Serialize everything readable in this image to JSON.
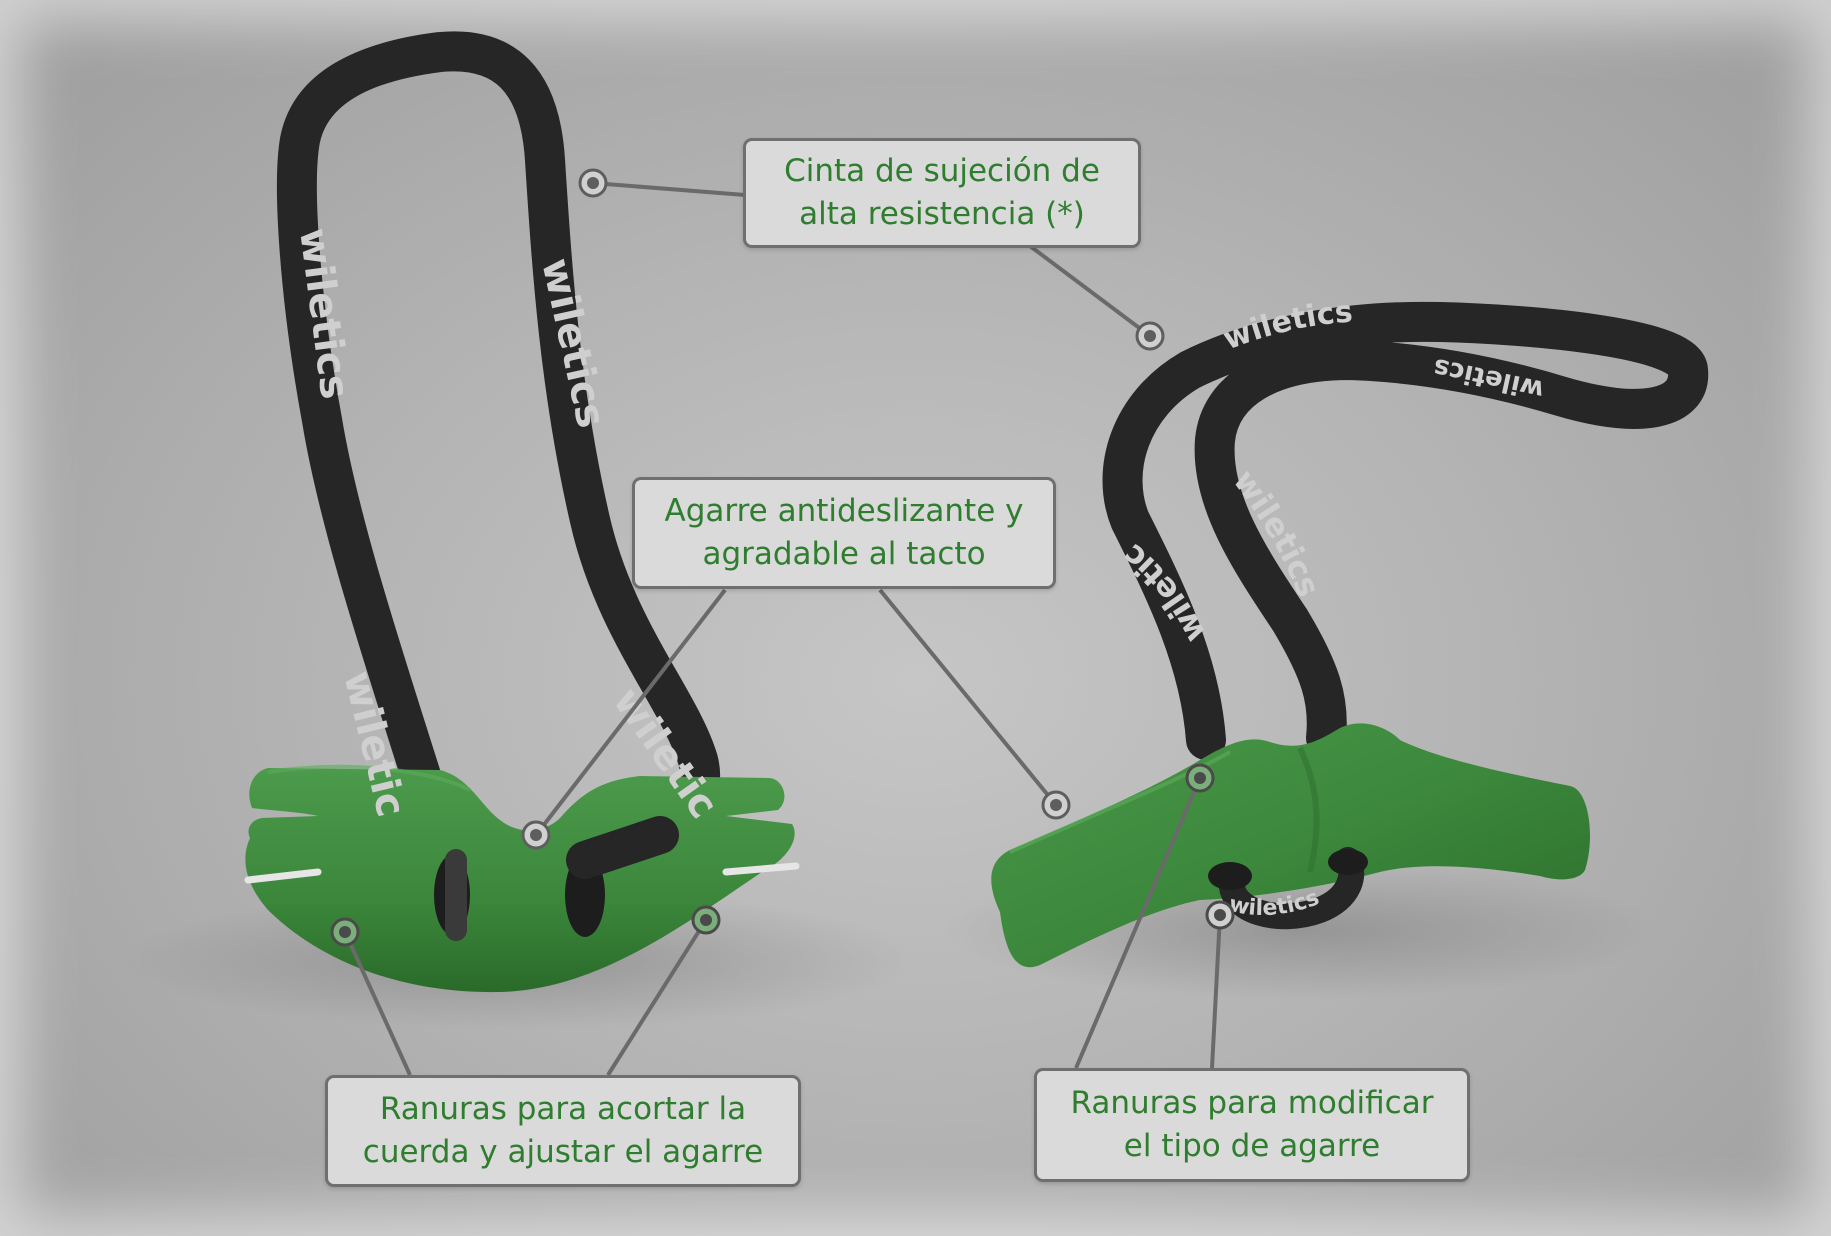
{
  "callouts": {
    "strap": {
      "line1": "Cinta de sujeción de",
      "line2": "alta resistencia (*)"
    },
    "grip": {
      "line1": "Agarre antideslizante y",
      "line2": "agradable al tacto"
    },
    "slots_shorten": {
      "line1": "Ranuras para acortar la",
      "line2": "cuerda y ajustar el agarre"
    },
    "slots_modify": {
      "line1": "Ranuras para modificar",
      "line2": "el tipo de agarre"
    }
  },
  "strap_brand": "wiletics",
  "colors": {
    "label_text": "#2f7d2f",
    "label_bg": "#dadada",
    "label_border": "#6f6f6f",
    "handle_green": "#3d8a3d",
    "strap_black": "#262626",
    "leader_line": "#6a6a6a"
  }
}
